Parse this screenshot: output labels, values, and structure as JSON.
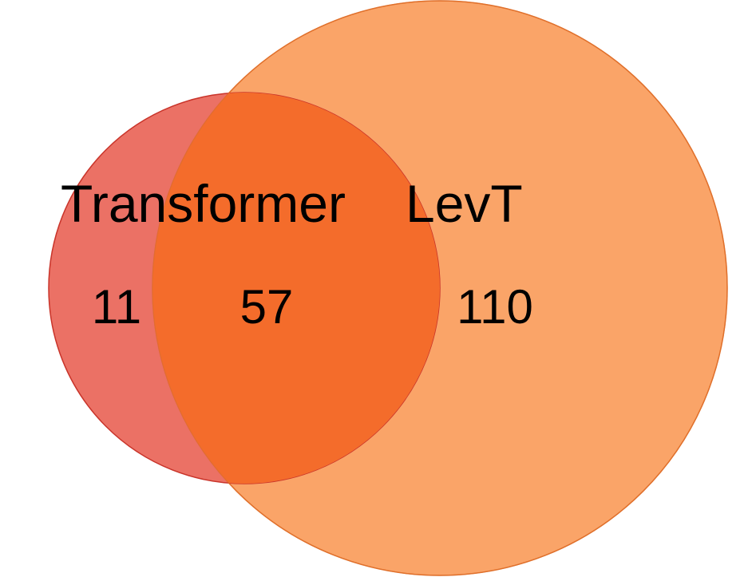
{
  "venn": {
    "sets": [
      {
        "id": "transformer",
        "label": "Transformer",
        "only_count": "11",
        "fill": "#e8584a",
        "stroke": "#c9342a"
      },
      {
        "id": "levt",
        "label": "LevT",
        "only_count": "110",
        "fill": "#f98b3e",
        "stroke": "#e0702c"
      }
    ],
    "intersection": {
      "count": "57",
      "fill": "#f46c2b"
    }
  }
}
